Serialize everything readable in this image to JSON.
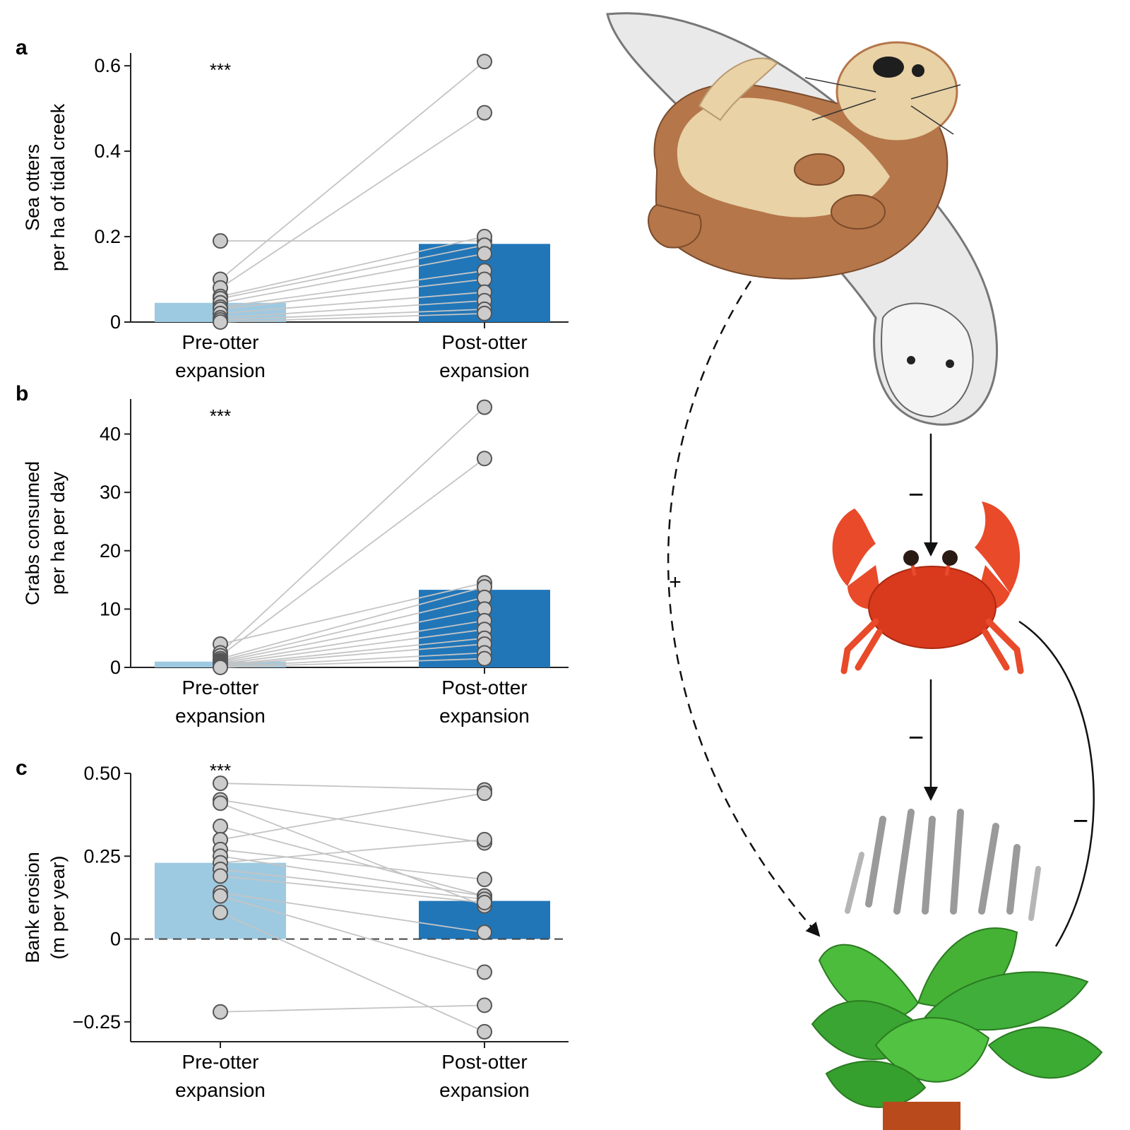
{
  "colors": {
    "pre_bar": "#9ecae1",
    "post_bar": "#2176b8",
    "point_fill": "#cccccc",
    "point_stroke": "#555555",
    "pair_line": "#c4c4c4",
    "axis": "#222222",
    "otter": "#b5764a",
    "crab": "#e84a2a",
    "plant": "#3fae3a"
  },
  "chart_data": [
    {
      "type": "bar",
      "panel": "a",
      "significance": "***",
      "ylabel": [
        "Sea otters",
        "per ha of tidal creek"
      ],
      "categories": [
        [
          "Pre-otter",
          "expansion"
        ],
        [
          "Post-otter",
          "expansion"
        ]
      ],
      "bar_values": [
        0.045,
        0.183
      ],
      "ylim": [
        0,
        0.63
      ],
      "yticks": [
        0,
        0.2,
        0.4,
        0.6
      ],
      "yticklabels": [
        "0",
        "0.2",
        "0.4",
        "0.6"
      ],
      "zero_line": false,
      "pairs": [
        [
          0.19,
          0.19
        ],
        [
          0.1,
          0.61
        ],
        [
          0.08,
          0.49
        ],
        [
          0.06,
          0.2
        ],
        [
          0.055,
          0.18
        ],
        [
          0.045,
          0.16
        ],
        [
          0.035,
          0.12
        ],
        [
          0.03,
          0.1
        ],
        [
          0.02,
          0.07
        ],
        [
          0.01,
          0.05
        ],
        [
          0.005,
          0.03
        ],
        [
          0.0,
          0.02
        ]
      ]
    },
    {
      "type": "bar",
      "panel": "b",
      "significance": "***",
      "ylabel": [
        "Crabs consumed",
        "per ha per day"
      ],
      "categories": [
        [
          "Pre-otter",
          "expansion"
        ],
        [
          "Post-otter",
          "expansion"
        ]
      ],
      "bar_values": [
        1.0,
        13.3
      ],
      "ylim": [
        0,
        46
      ],
      "yticks": [
        0,
        10,
        20,
        30,
        40
      ],
      "yticklabels": [
        "0",
        "10",
        "20",
        "30",
        "40"
      ],
      "zero_line": false,
      "pairs": [
        [
          4.0,
          14.5
        ],
        [
          2.5,
          44.6
        ],
        [
          2.0,
          35.8
        ],
        [
          1.5,
          13.8
        ],
        [
          1.2,
          12.0
        ],
        [
          1.0,
          10.0
        ],
        [
          0.8,
          8.0
        ],
        [
          0.6,
          6.5
        ],
        [
          0.4,
          5.0
        ],
        [
          0.3,
          4.0
        ],
        [
          0.1,
          2.5
        ],
        [
          0.0,
          1.5
        ]
      ]
    },
    {
      "type": "bar",
      "panel": "c",
      "significance": "***",
      "ylabel": [
        "Bank erosion",
        "(m per year)"
      ],
      "categories": [
        [
          "Pre-otter",
          "expansion"
        ],
        [
          "Post-otter",
          "expansion"
        ]
      ],
      "bar_values": [
        0.23,
        0.115
      ],
      "ylim": [
        -0.31,
        0.5
      ],
      "yticks": [
        -0.25,
        0,
        0.25,
        0.5
      ],
      "yticklabels": [
        "−0.25",
        "0",
        "0.25",
        "0.50"
      ],
      "zero_line": true,
      "pairs": [
        [
          0.47,
          0.45
        ],
        [
          0.42,
          0.29
        ],
        [
          0.41,
          0.1
        ],
        [
          0.34,
          0.13
        ],
        [
          0.3,
          0.44
        ],
        [
          0.27,
          0.18
        ],
        [
          0.25,
          0.13
        ],
        [
          0.23,
          0.3
        ],
        [
          0.21,
          0.12
        ],
        [
          0.19,
          0.11
        ],
        [
          0.14,
          0.02
        ],
        [
          0.13,
          -0.1
        ],
        [
          0.08,
          -0.28
        ],
        [
          -0.22,
          -0.2
        ]
      ]
    }
  ],
  "food_web": {
    "signs": {
      "otter_to_crab": "−",
      "crab_to_plant": "−",
      "crab_curve": "−",
      "otter_to_plant": "+"
    }
  }
}
